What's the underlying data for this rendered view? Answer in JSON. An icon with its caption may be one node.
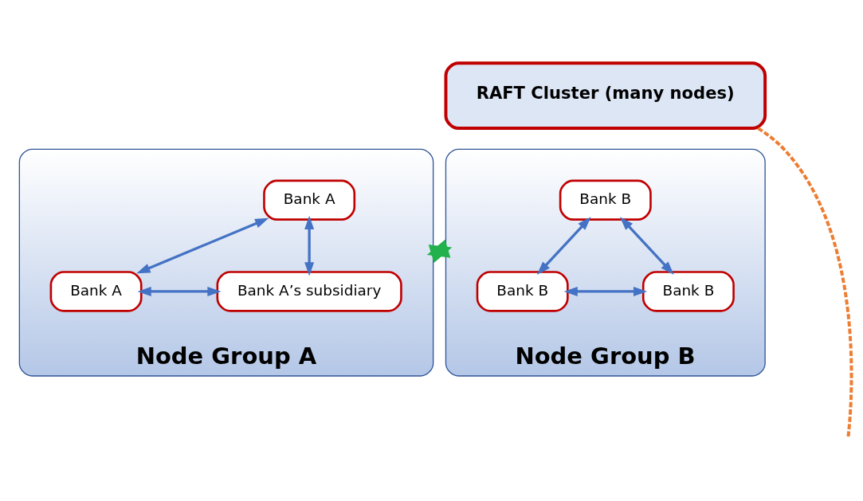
{
  "diagram": {
    "nodes": [
      {
        "text": [
          "RAFT Cluster (many nodes)"
        ]
      },
      {
        "text": [
          "Node Group A"
        ]
      },
      {
        "text": [
          "Bank A"
        ],
        "in": 1
      },
      {
        "text": [
          "Bank A"
        ],
        "in": 1
      },
      {
        "text": [
          "Bank A’s subsidiary"
        ],
        "in": 1
      },
      {
        "text": [
          "Node Group B"
        ]
      },
      {
        "text": [
          "Bank B"
        ],
        "in": 5
      },
      {
        "text": [
          "Bank B"
        ],
        "in": 5
      },
      {
        "text": [
          "Bank B"
        ],
        "in": 5
      }
    ],
    "edges": [
      {
        "from": 2,
        "to": 3,
        "arrow": "both"
      },
      {
        "from": 2,
        "to": 4,
        "arrow": "both"
      },
      {
        "from": 3,
        "to": 4,
        "arrow": "both"
      },
      {
        "from": 6,
        "to": 7,
        "arrow": "both"
      },
      {
        "from": 6,
        "to": 8,
        "arrow": "both"
      },
      {
        "from": 7,
        "to": 8,
        "arrow": "both"
      },
      {
        "from": 1,
        "to": 5,
        "arrow": "both",
        "style": "thick",
        "color": "#22b14c"
      },
      {
        "from": 0,
        "to": null,
        "arrow": "none",
        "style": "dashed",
        "color": "#ed7d31"
      }
    ]
  }
}
